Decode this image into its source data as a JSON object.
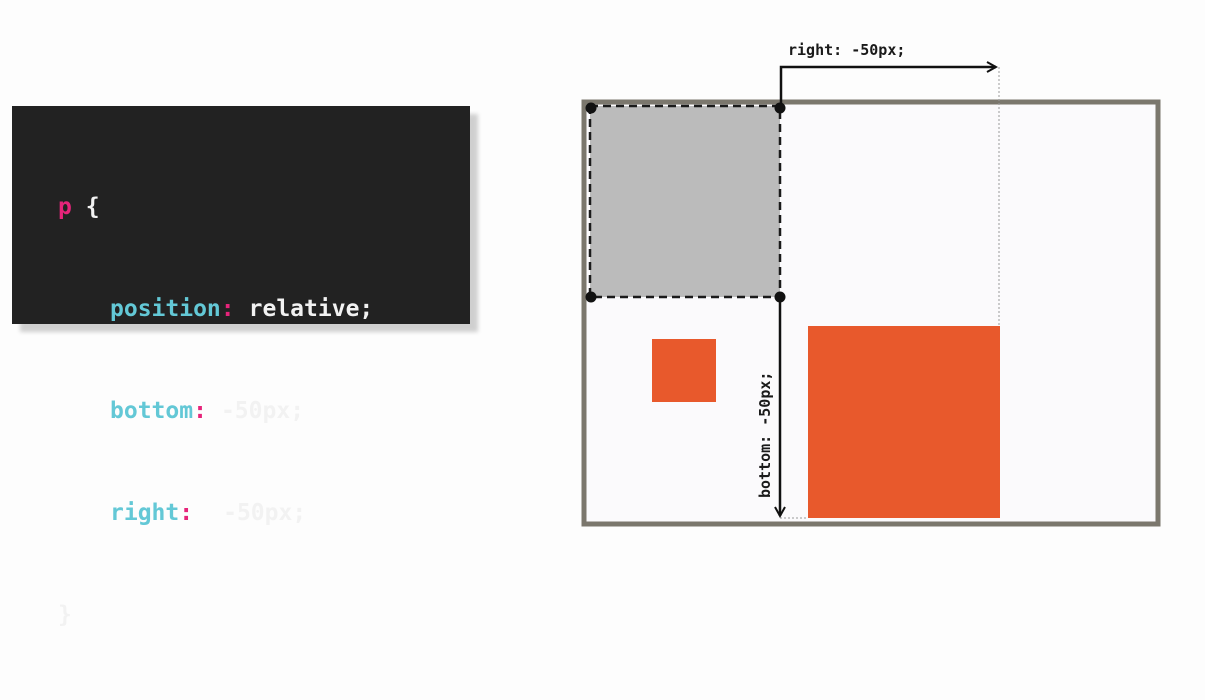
{
  "code": {
    "selector": "p",
    "open_brace": "{",
    "close_brace": "}",
    "declarations": [
      {
        "property": "position",
        "colon": ":",
        "value": "relative;"
      },
      {
        "property": "bottom",
        "colon": ":",
        "value": "-50px;"
      },
      {
        "property": "right",
        "colon": ":",
        "value": "-50px;"
      }
    ]
  },
  "diagram": {
    "right_label": "right: -50px;",
    "bottom_label": "bottom: -50px;"
  },
  "colors": {
    "code_background": "#222222",
    "selector": "#e6247a",
    "property": "#63c8d6",
    "accent_box": "#e8592c",
    "original_position": "#bbbbbb",
    "container_border": "#7b776d",
    "container_fill": "#fbfafc"
  }
}
